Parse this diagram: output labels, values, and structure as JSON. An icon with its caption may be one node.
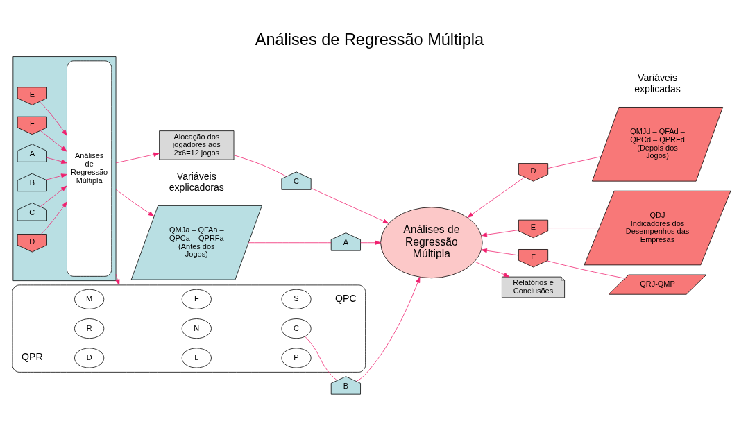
{
  "diagram": {
    "title": "Análises de Regressão Múltipla",
    "nodes": [
      {
        "text": [],
        "shape": "box"
      },
      {
        "text": [
          "A"
        ],
        "in": 0
      },
      {
        "text": [
          "B"
        ],
        "in": 0
      },
      {
        "text": [
          "C"
        ],
        "in": 0
      },
      {
        "text": [
          "D"
        ],
        "in": 0
      },
      {
        "text": [
          "E"
        ],
        "in": 0
      },
      {
        "text": [
          "F"
        ],
        "in": 0
      },
      {
        "text": [
          "Análises de Regressão Múltipla"
        ],
        "in": 0
      },
      {
        "text": [
          "QMJa – QFAa – QPCa – QPRFa (Antes dos Jogos)"
        ],
        "beside": [
          "Variáveis explicadoras"
        ]
      },
      {
        "text": [
          "QMJd – QFAd – QPCd – QPRFd (Depois dos Jogos)"
        ],
        "beside": [
          "Variáveis explicadas"
        ]
      },
      {
        "text": [],
        "shape": "picture"
      },
      {
        "text": [
          "D"
        ],
        "in": 10
      },
      {
        "text": [
          "L"
        ],
        "in": 10
      },
      {
        "text": [
          "P"
        ],
        "in": 10
      },
      {
        "text": [
          "R"
        ],
        "in": 10
      },
      {
        "text": [
          "N"
        ],
        "in": 10
      },
      {
        "text": [
          "C"
        ],
        "in": 10
      },
      {
        "text": [
          "M"
        ],
        "in": 10
      },
      {
        "text": [
          "F"
        ],
        "in": 10
      },
      {
        "text": [
          "S"
        ],
        "in": 10
      },
      {
        "text": [
          "A"
        ]
      },
      {
        "text": [
          "B"
        ]
      },
      {
        "text": [
          "C"
        ]
      },
      {
        "text": [
          "D"
        ]
      },
      {
        "text": [
          "E"
        ]
      },
      {
        "text": [
          "F"
        ]
      },
      {
        "text": [
          "Análises de Regressão Múltipla"
        ]
      },
      {
        "text": [
          "QDJ",
          "Indicadores dos Desempenhos das Empresas"
        ]
      },
      {
        "text": [
          "Alocação dos jogadores aos 2x6=12 jogos"
        ]
      },
      {
        "text": [
          "QRJ-QMP"
        ]
      },
      {
        "text": [
          "Relatórios e Conclusões"
        ]
      }
    ],
    "edges": [
      {
        "from": 1,
        "to": 7,
        "arrow": "to"
      },
      {
        "from": 2,
        "to": 7,
        "arrow": "to"
      },
      {
        "from": 3,
        "to": 7,
        "arrow": "to"
      },
      {
        "from": 4,
        "to": 7,
        "arrow": "to"
      },
      {
        "from": 5,
        "to": 7,
        "arrow": "to"
      },
      {
        "from": 6,
        "to": 7,
        "arrow": "to"
      },
      {
        "from": 0,
        "to": 8,
        "arrow": "to"
      },
      {
        "from": 0,
        "to": 10,
        "arrow": "to"
      },
      {
        "from": 0,
        "to": 28,
        "arrow": "to"
      },
      {
        "from": 8,
        "to": 20,
        "arrow": "none"
      },
      {
        "from": 20,
        "to": 26,
        "arrow": "to"
      },
      {
        "from": 16,
        "to": 21,
        "arrow": "none"
      },
      {
        "from": 21,
        "to": 26,
        "arrow": "to"
      },
      {
        "from": 28,
        "to": 22,
        "arrow": "none"
      },
      {
        "from": 22,
        "to": 26,
        "arrow": "to"
      },
      {
        "from": 9,
        "to": 23,
        "arrow": "none"
      },
      {
        "from": 23,
        "to": 26,
        "arrow": "to"
      },
      {
        "from": 27,
        "to": 24,
        "arrow": "none"
      },
      {
        "from": 24,
        "to": 26,
        "arrow": "to"
      },
      {
        "from": 29,
        "to": 25,
        "arrow": "none"
      },
      {
        "from": 25,
        "to": 26,
        "arrow": "to"
      },
      {
        "from": 26,
        "to": 30,
        "arrow": "to"
      }
    ],
    "labels": [
      "QPR",
      "QPC"
    ]
  }
}
